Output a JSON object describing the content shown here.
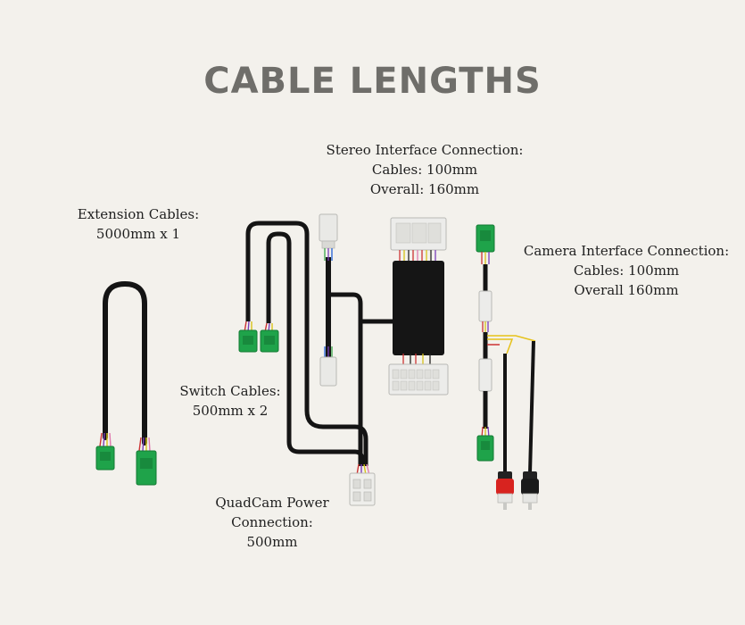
{
  "title": "CABLE LENGTHS",
  "labels": {
    "stereo": [
      "Stereo Interface Connection:",
      "Cables: 100mm",
      "Overall: 160mm"
    ],
    "extension": [
      "Extension Cables:",
      "5000mm x 1"
    ],
    "camera": [
      "Camera Interface Connection:",
      "Cables: 100mm",
      "Overall 160mm"
    ],
    "switch": [
      "Switch Cables:",
      "500mm x 2"
    ],
    "quadcam": [
      "QuadCam Power",
      "Connection:",
      "500mm"
    ]
  },
  "colors": {
    "background": "#f3f1ec",
    "title": "#6f6e6a",
    "cable": "#141414",
    "connector_green": "#1fa34a",
    "connector_white": "#e9e9e6",
    "rca_red": "#d8231f"
  }
}
